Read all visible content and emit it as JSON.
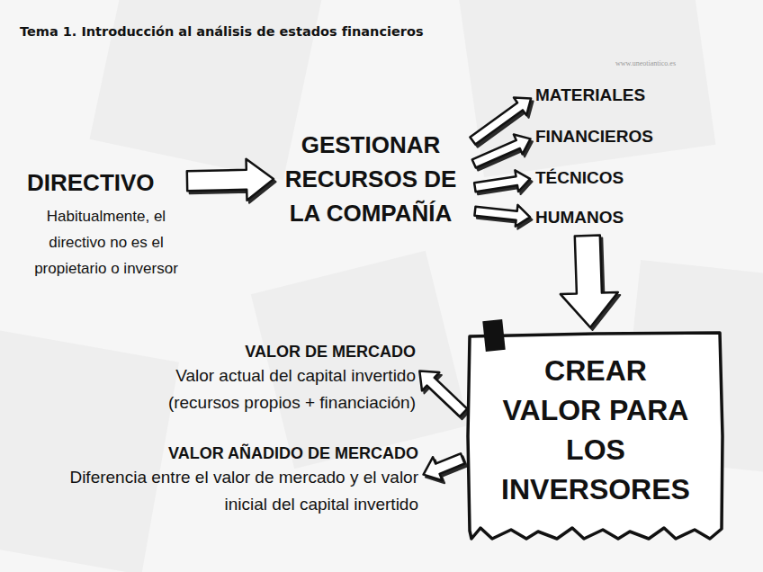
{
  "diagram": {
    "title": "Tema 1. Introducción al análisis de estados financieros",
    "nodes": [
      {
        "text": [
          "DIRECTIVO",
          "Habitualmente, el directivo no es el propietario o inversor"
        ]
      },
      {
        "text": [
          "GESTIONAR RECURSOS DE LA COMPAÑÍA"
        ]
      },
      {
        "text": [
          "MATERIALES"
        ]
      },
      {
        "text": [
          "FINANCIEROS"
        ]
      },
      {
        "text": [
          "TÉCNICOS"
        ]
      },
      {
        "text": [
          "HUMANOS"
        ]
      },
      {
        "text": [
          "CREAR VALOR PARA LOS INVERSORES"
        ]
      },
      {
        "text": [
          "VALOR DE MERCADO",
          "Valor actual del capital invertido (recursos propios + financiación)"
        ]
      },
      {
        "text": [
          "VALOR AÑADIDO DE MERCADO",
          "Diferencia entre el valor de mercado y el valor inicial del capital invertido"
        ]
      }
    ],
    "edges": [
      {
        "from": 0,
        "to": 1,
        "arrow": "to"
      },
      {
        "from": 1,
        "to": 2,
        "arrow": "to"
      },
      {
        "from": 1,
        "to": 3,
        "arrow": "to"
      },
      {
        "from": 1,
        "to": 4,
        "arrow": "to"
      },
      {
        "from": 1,
        "to": 5,
        "arrow": "to"
      },
      {
        "from": 5,
        "to": 6,
        "arrow": "to"
      },
      {
        "from": 6,
        "to": 7,
        "arrow": "to"
      },
      {
        "from": 6,
        "to": 8,
        "arrow": "to"
      }
    ],
    "labels": [
      "www.uneotiantico.es"
    ]
  }
}
